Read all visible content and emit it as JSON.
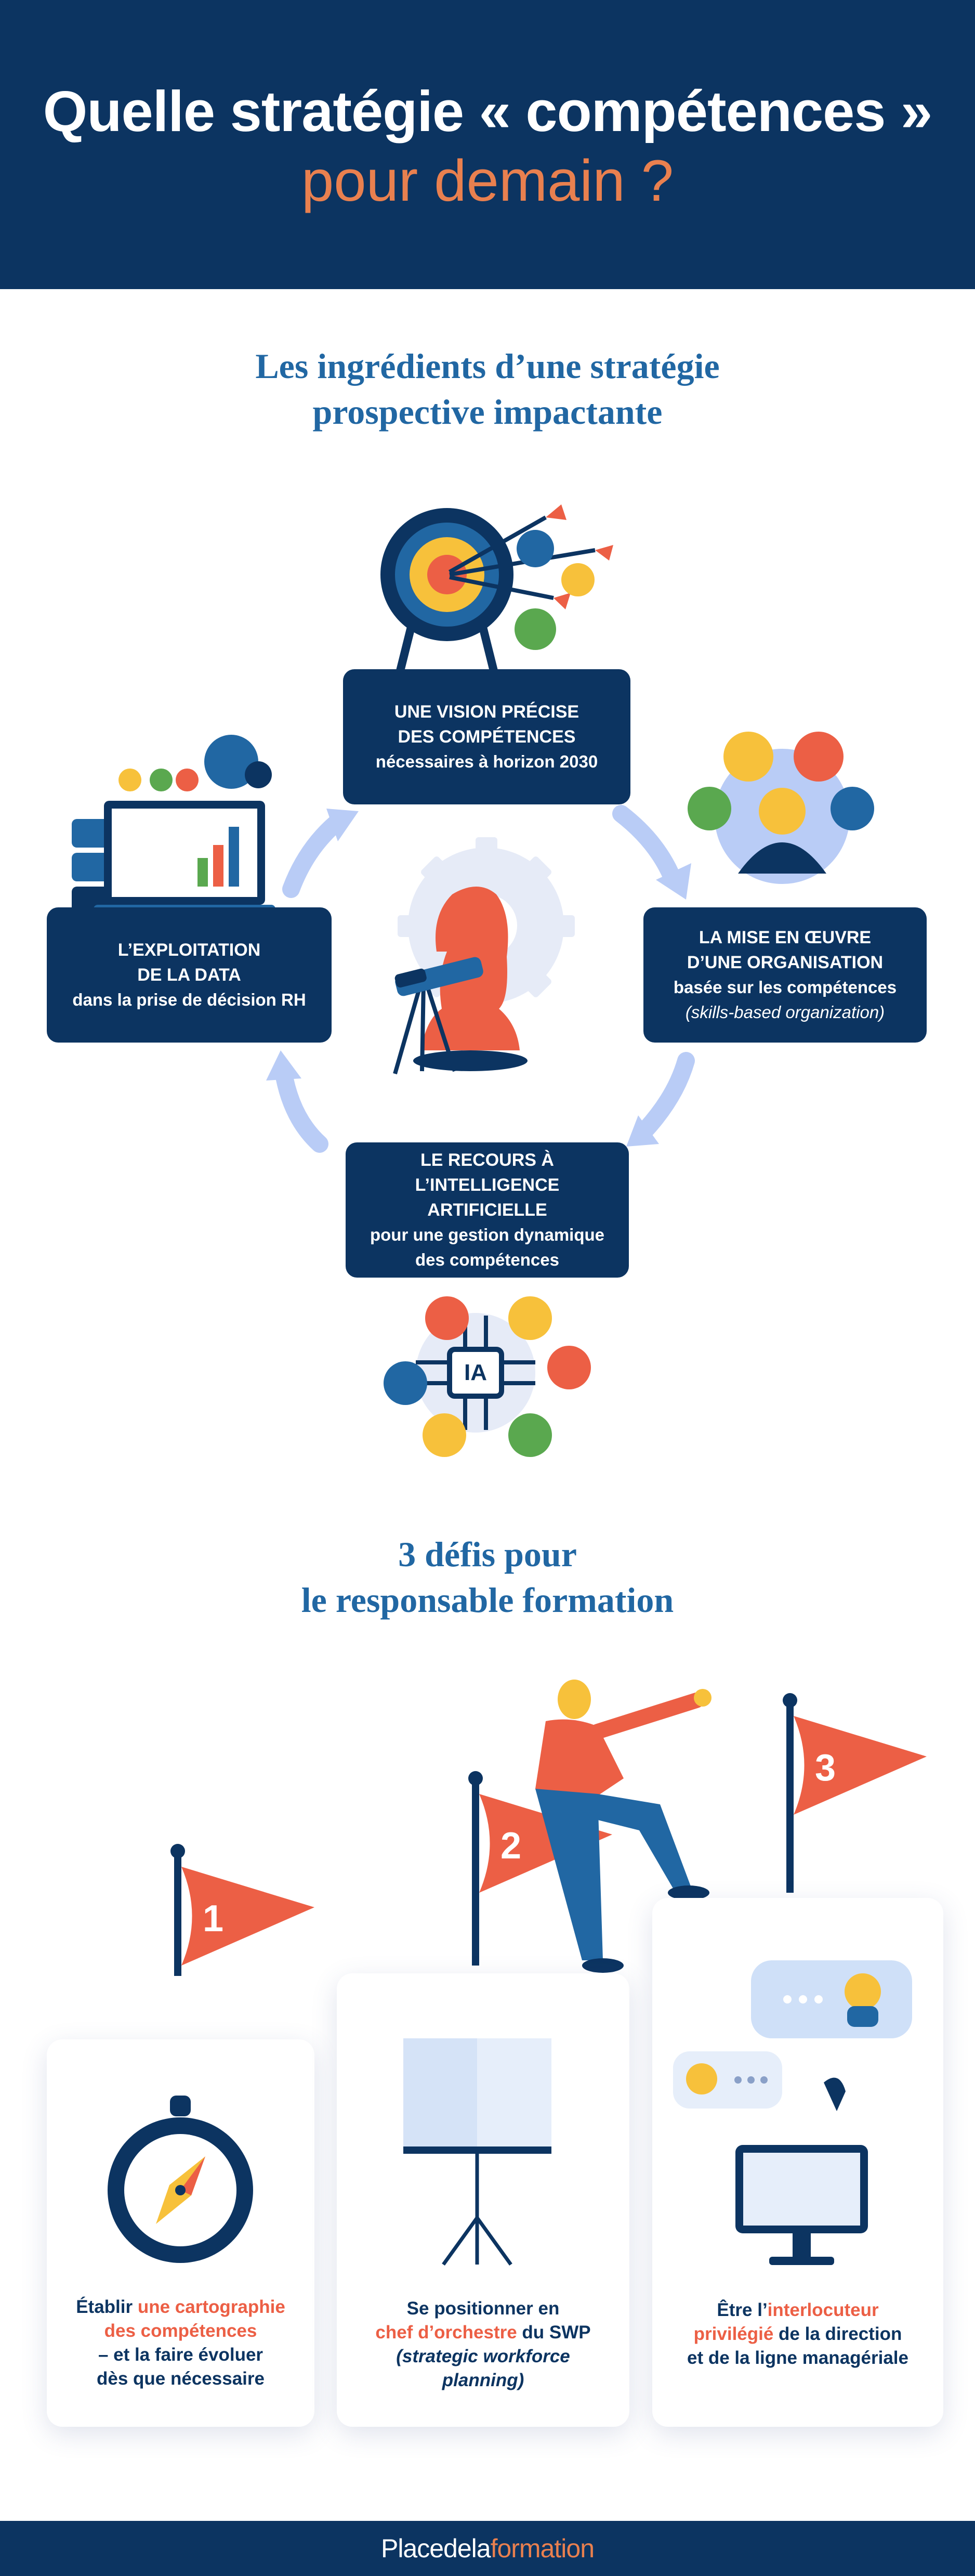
{
  "header": {
    "title": "Quelle stratégie « compétences »",
    "subtitle": "pour demain ?"
  },
  "section1": {
    "title_line1": "Les ingrédients d’une stratégie",
    "title_line2": "prospective impactante",
    "items": [
      {
        "line1": "UNE VISION PRÉCISE",
        "line2": "DES COMPÉTENCES",
        "line3": "nécessaires à horizon 2030"
      },
      {
        "line1": "LA MISE EN ŒUVRE",
        "line2": "D’UNE ORGANISATION",
        "line3": "basée sur les compétences",
        "line4": "(skills-based organization)"
      },
      {
        "line1": "LE RECOURS À",
        "line2": "L’INTELLIGENCE ARTIFICIELLE",
        "line3": "pour une gestion dynamique",
        "line4": "des compétences"
      },
      {
        "line1": "L’EXPLOITATION",
        "line2": "DE LA DATA",
        "line3": "dans la prise de décision RH"
      }
    ],
    "ai_label": "IA"
  },
  "section2": {
    "title_line1": "3 défis pour",
    "title_line2": "le responsable formation",
    "flags": [
      "1",
      "2",
      "3"
    ],
    "cards": [
      {
        "p1": "Établir ",
        "h1": "une cartographie",
        "h2": "des compétences",
        "p2": "– et la faire évoluer",
        "p3": "dès que nécessaire"
      },
      {
        "p1": "Se positionner en",
        "h1": "chef d’orchestre",
        "p2": " du SWP",
        "i1": "(strategic workforce",
        "i2": "planning)"
      },
      {
        "p1": "Être l’",
        "h1": "interlocuteur",
        "h2": "privilégié",
        "p2": " de la direction",
        "p3": "et de la ligne managériale"
      }
    ]
  },
  "footer": {
    "brand_main": "Placedela",
    "brand_accent": "formation"
  },
  "colors": {
    "navy": "#0c3461",
    "orange": "#e9804f",
    "coral": "#ec5f45",
    "blue_title": "#2167a3",
    "arrow": "#b9ccf6"
  },
  "icons": [
    "target-icon",
    "arrow-icon",
    "heart-hand-icon",
    "document-icon",
    "plant-icon",
    "chart-icon",
    "ai-chip-icon",
    "gear-icon",
    "chess-knight-icon",
    "telescope-icon",
    "server-icon",
    "compass-icon",
    "flipchart-icon",
    "chat-bubble-icon",
    "phone-icon",
    "monitor-icon",
    "flag-icon",
    "person-climbing-icon"
  ]
}
